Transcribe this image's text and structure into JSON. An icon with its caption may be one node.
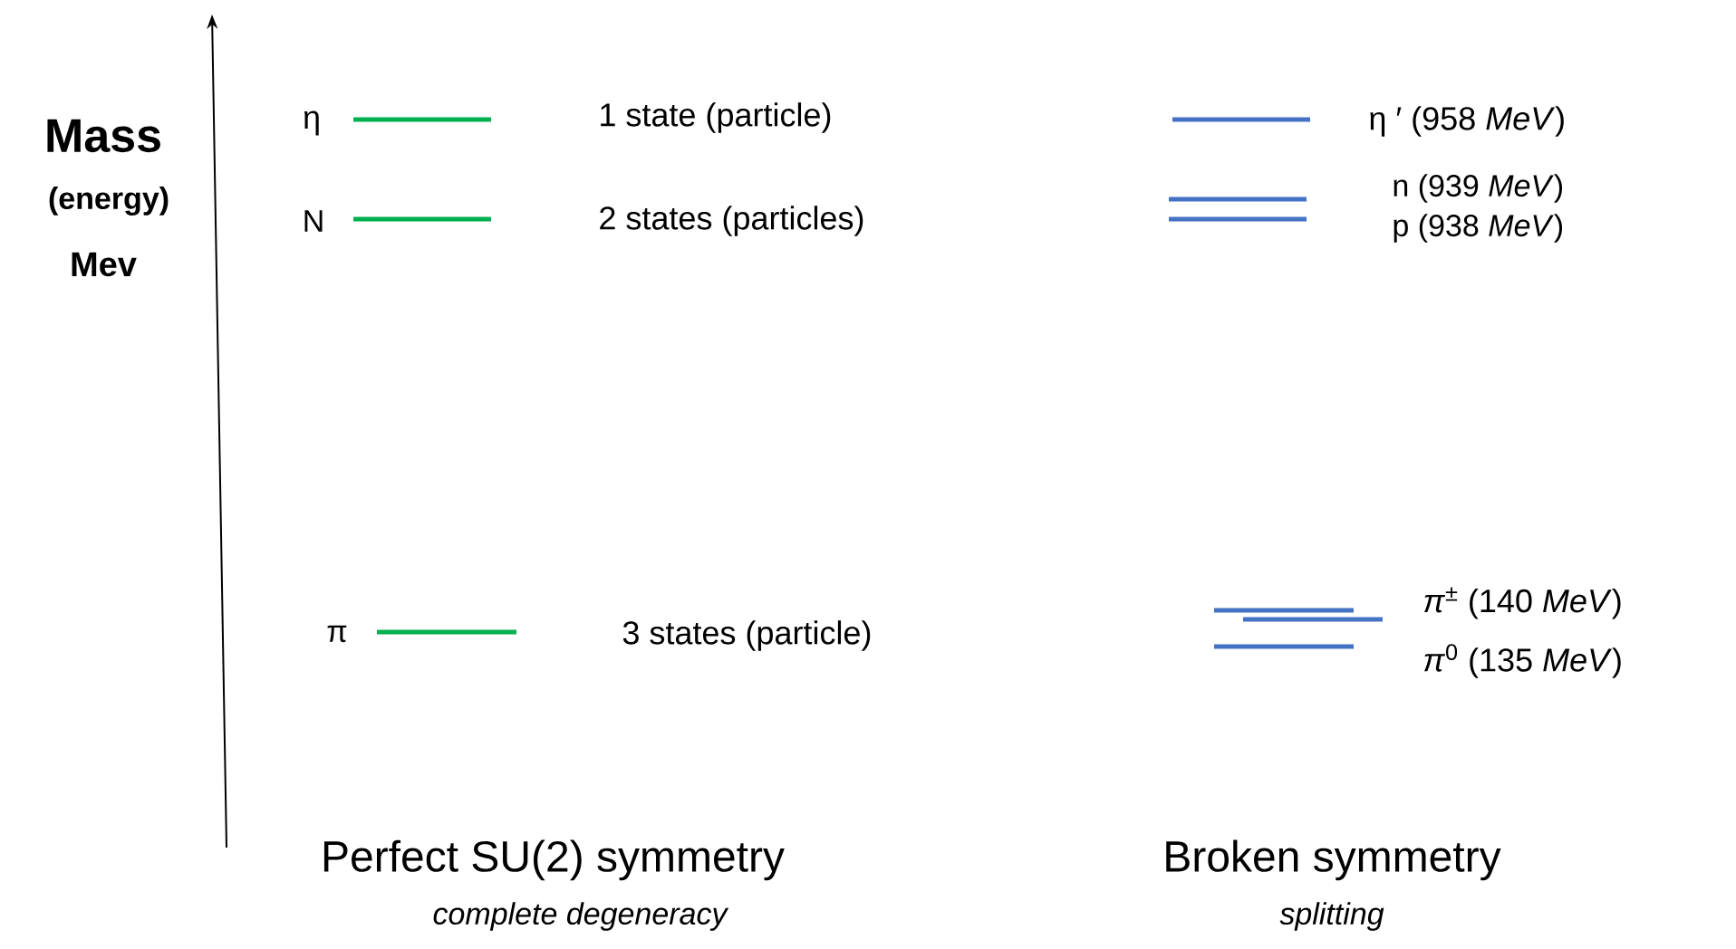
{
  "diagram": {
    "labels": [
      "Mass",
      "(energy)",
      "Mev",
      "η",
      "N",
      "π",
      "1 state (particle)",
      "2 states (particles)",
      "3 states (particle)",
      "η ′ (958 *MeV*)",
      "n (939 *MeV*)",
      "p (938 *MeV*)",
      "*π*$^{±}$ (140 *MeV*)",
      "*π*$^{0}$ (135 *MeV*)",
      "Perfect SU(2) symmetry",
      "complete degeneracy",
      "Broken symmetry",
      "splitting"
    ]
  }
}
